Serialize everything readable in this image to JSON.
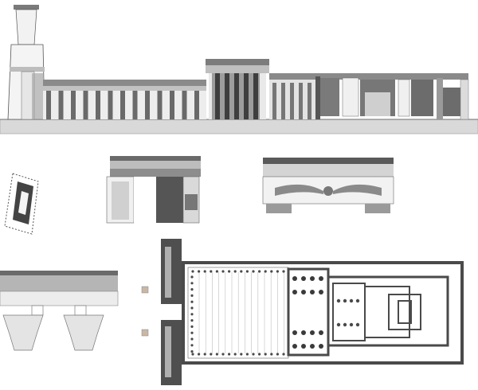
{
  "plate": {
    "background": "#ffffff",
    "ink": "#4a4a4a",
    "dark_fill": "#5c5c5c",
    "mid_fill": "#8c8c8c",
    "light_fill": "#d8d8d8",
    "wash": "#eeeeee",
    "accent_square": "#c9b7a6"
  },
  "figures": [
    {
      "id": "longitudinal-section",
      "kind": "temple elevation / section"
    },
    {
      "id": "small-site-plan",
      "kind": "temple site plan"
    },
    {
      "id": "gateway-elevation",
      "kind": "doorway elevation"
    },
    {
      "id": "winged-disk-lintel",
      "kind": "cornice with winged disk"
    },
    {
      "id": "capitals-detail",
      "kind": "column capitals and frieze"
    },
    {
      "id": "ground-plan",
      "kind": "temple ground plan"
    }
  ]
}
